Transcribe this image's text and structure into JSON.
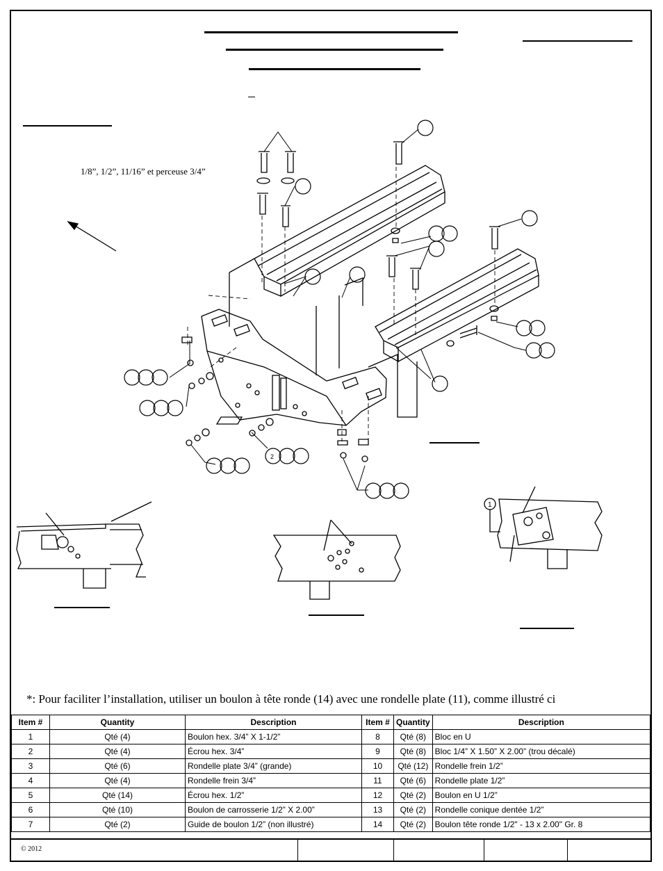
{
  "drill_note": "1/8”, 1/2”, 11/16” et perceuse 3/4”",
  "install_note": "*: Pour faciliter l’installation, utiliser un boulon à tête ronde  (14) avec une rondelle plate (11), comme illustré ci",
  "callouts": {
    "inset_number": "1",
    "nut_number": "2"
  },
  "table": {
    "headers": [
      "Item #",
      "Quantity",
      "Description",
      "Item #",
      "Quantity",
      "Description"
    ],
    "rows": [
      {
        "item": "1",
        "qty": "Qté (4)",
        "desc": "Boulon hex. 3/4” X 1-1/2”",
        "item2": "8",
        "qty2": "Qté (8)",
        "desc2": "Bloc en U"
      },
      {
        "item": "2",
        "qty": "Qté (4)",
        "desc": "Écrou hex. 3/4”",
        "item2": "9",
        "qty2": "Qté (8)",
        "desc2": "Bloc 1/4” X 1.50” X 2.00” (trou décalé)"
      },
      {
        "item": "3",
        "qty": "Qté (6)",
        "desc": "Rondelle plate 3/4” (grande)",
        "item2": "10",
        "qty2": "Qté (12)",
        "desc2": "Rondelle frein 1/2”"
      },
      {
        "item": "4",
        "qty": "Qté (4)",
        "desc": "Rondelle frein 3/4”",
        "item2": "11",
        "qty2": "Qté (6)",
        "desc2": "Rondelle plate 1/2”"
      },
      {
        "item": "5",
        "qty": "Qté (14)",
        "desc": "Écrou hex. 1/2”",
        "item2": "12",
        "qty2": "Qté (2)",
        "desc2": "Boulon en U 1/2”"
      },
      {
        "item": "6",
        "qty": "Qté (10)",
        "desc": "Boulon de carrosserie 1/2” X 2.00”",
        "item2": "13",
        "qty2": "Qté (2)",
        "desc2": "Rondelle conique dentée 1/2”"
      },
      {
        "item": "7",
        "qty": "Qté (2)",
        "desc": "Guide de boulon 1/2” (non illustré)",
        "item2": "14",
        "qty2": "Qté (2)",
        "desc2": "Boulon tête ronde 1/2\" - 13 x 2.00\" Gr. 8"
      }
    ]
  },
  "footer": {
    "copyright": "©  2012"
  }
}
